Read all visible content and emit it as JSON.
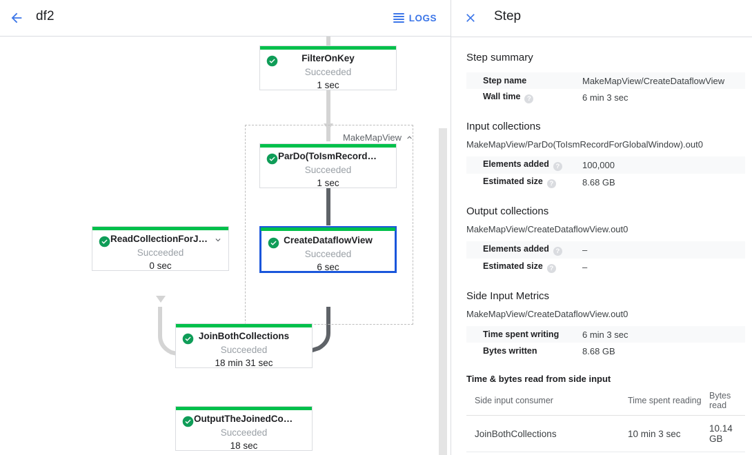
{
  "topbar": {
    "back_icon": "arrow-left-icon",
    "job_name": "df2",
    "logs_label": "LOGS",
    "logs_icon": "list-lines-icon"
  },
  "graph": {
    "group": {
      "label": "MakeMapView",
      "caret": "⌃",
      "caret_icon": "chevron-up-icon"
    },
    "nodes": [
      {
        "id": "filter-on-key",
        "name": "FilterOnKey",
        "status": "Succeeded",
        "time": "1 sec",
        "status_icon": "check-circle-icon",
        "selected": false,
        "expandable": false
      },
      {
        "id": "pardo-toismrecordfor",
        "name": "ParDo(ToIsmRecordFor…",
        "status": "Succeeded",
        "time": "1 sec",
        "status_icon": "check-circle-icon",
        "selected": false,
        "expandable": false
      },
      {
        "id": "create-dataflow-view",
        "name": "CreateDataflowView",
        "status": "Succeeded",
        "time": "6 sec",
        "status_icon": "check-circle-icon",
        "selected": true,
        "expandable": false
      },
      {
        "id": "read-collection-for-join",
        "name": "ReadCollectionForJoin",
        "status": "Succeeded",
        "time": "0 sec",
        "status_icon": "check-circle-icon",
        "selected": false,
        "expandable": true,
        "expand_caret": "⌄"
      },
      {
        "id": "join-both-collections",
        "name": "JoinBothCollections",
        "status": "Succeeded",
        "time": "18 min 31 sec",
        "status_icon": "check-circle-icon",
        "selected": false,
        "expandable": false
      },
      {
        "id": "output-the-joined-collec",
        "name": "OutputTheJoinedCollec…",
        "status": "Succeeded",
        "time": "18 sec",
        "status_icon": "check-circle-icon",
        "selected": false,
        "expandable": false
      }
    ],
    "colors": {
      "status_green": "#00c04b",
      "selected_blue": "#1a56db",
      "edge_light": "#d4d4d4",
      "edge_dark": "#5f6368"
    }
  },
  "panel": {
    "close_icon": "close-icon",
    "title": "Step",
    "step_summary": {
      "heading": "Step summary",
      "rows": [
        {
          "key": "Step name",
          "value": "MakeMapView/CreateDataflowView",
          "help": false
        },
        {
          "key": "Wall time",
          "value": "6 min 3 sec",
          "help": true
        }
      ]
    },
    "input_collections": {
      "heading": "Input collections",
      "path": "MakeMapView/ParDo(ToIsmRecordForGlobalWindow).out0",
      "rows": [
        {
          "key": "Elements added",
          "value": "100,000",
          "help": true
        },
        {
          "key": "Estimated size",
          "value": "8.68 GB",
          "help": true
        }
      ]
    },
    "output_collections": {
      "heading": "Output collections",
      "path": "MakeMapView/CreateDataflowView.out0",
      "rows": [
        {
          "key": "Elements added",
          "value": "–",
          "help": true
        },
        {
          "key": "Estimated size",
          "value": "–",
          "help": true
        }
      ]
    },
    "side_input_metrics": {
      "heading": "Side Input Metrics",
      "path": "MakeMapView/CreateDataflowView.out0",
      "rows": [
        {
          "key": "Time spent writing",
          "value": "6 min 3 sec",
          "help": false
        },
        {
          "key": "Bytes written",
          "value": "8.68 GB",
          "help": false
        }
      ]
    },
    "side_input_table": {
      "title": "Time & bytes read from side input",
      "columns": [
        "Side input consumer",
        "Time spent reading",
        "Bytes read"
      ],
      "rows": [
        [
          "JoinBothCollections",
          "10 min 3 sec",
          "10.14 GB"
        ]
      ]
    }
  }
}
